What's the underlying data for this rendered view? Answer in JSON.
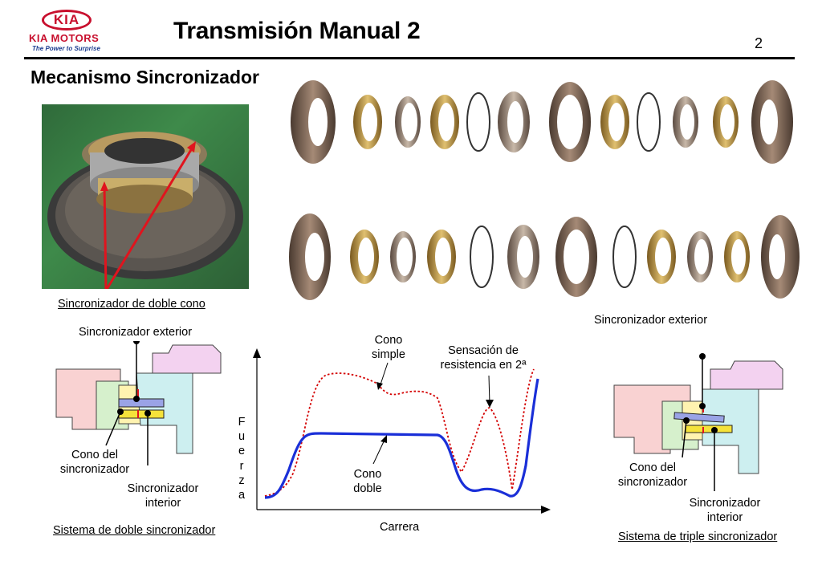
{
  "header": {
    "logo_text": "KIA",
    "logo_sub": "KIA MOTORS",
    "logo_tagline": "The Power to Surprise",
    "title": "Transmisión Manual 2",
    "page_number": "2"
  },
  "subtitle": "Mecanismo Sincronizador",
  "photo_caption": "Sincronizador de doble cono",
  "left_diagram": {
    "outer": "Sincronizador exterior",
    "cone_line1": "Cono del",
    "cone_line2": "sincronizador",
    "inner_line1": "Sincronizador",
    "inner_line2": "interior",
    "caption": "Sistema de doble sincronizador"
  },
  "chart_data": {
    "type": "line",
    "xlabel": "Carrera",
    "ylabel": "Fuerza",
    "ylabel_letters": [
      "F",
      "u",
      "e",
      "r",
      "z",
      "a"
    ],
    "annotations": {
      "single_cone_line1": "Cono",
      "single_cone_line2": "simple",
      "resistance_line1": "Sensación de",
      "resistance_line2": "resistencia en 2ª",
      "double_cone_line1": "Cono",
      "double_cone_line2": "doble"
    },
    "series": [
      {
        "name": "Cono simple",
        "style": "dotted",
        "color": "#d40000"
      },
      {
        "name": "Cono doble",
        "style": "solid",
        "color": "#1a2fd8"
      }
    ]
  },
  "right_diagram": {
    "outer": "Sincronizador exterior",
    "cone_line1": "Cono del",
    "cone_line2": "sincronizador",
    "inner_line1": "Sincronizador",
    "inner_line2": "interior",
    "caption": "Sistema de triple sincronizador"
  },
  "colors": {
    "brand_red": "#c8102e",
    "arrow_red": "#e0141e",
    "curve_blue": "#1a2fd8",
    "curve_red": "#d40000"
  }
}
